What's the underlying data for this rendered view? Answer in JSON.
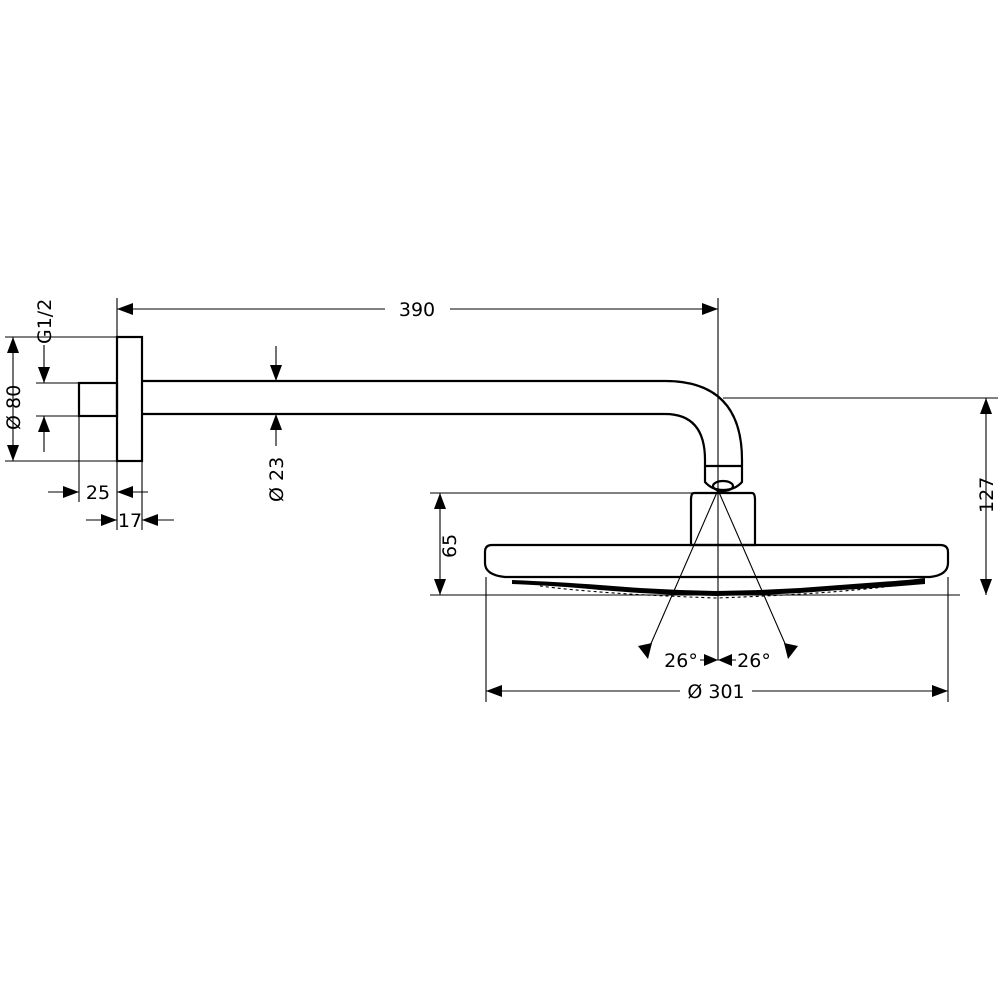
{
  "drawing": {
    "dimensions": {
      "arm_length": "390",
      "thread": "G1/2",
      "flange_diameter": "Ø 80",
      "flange_offset": "25",
      "flange_thickness": "17",
      "arm_diameter": "Ø 23",
      "head_height": "65",
      "total_drop": "127",
      "spray_angle_left": "26°",
      "spray_angle_right": "26°",
      "head_diameter": "Ø 301"
    }
  }
}
